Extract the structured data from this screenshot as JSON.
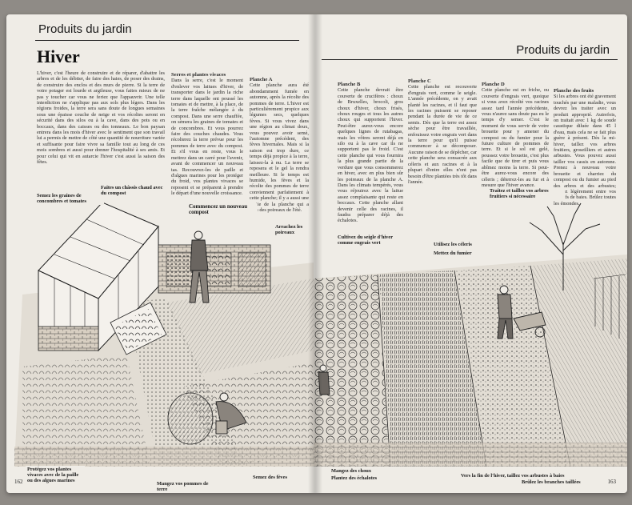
{
  "left": {
    "running_head": "Produits du jardin",
    "title": "Hiver",
    "intro": "L'hiver, c'est l'heure de construire et de réparer, d'abattre les arbres et de les débiter, de faire des haies, de poser des drains, de construire des enclos et des murs de pierre. Si la terre de votre potager est lourde et argileuse, vous faites mieux de ne pas y toucher car vous ne feriez que l'appauvrir. Une telle interdiction ne s'applique pas aux sols plus légers. Dans les régions froides, la terre sera sans doute de longues semaines sous une épaisse couche de neige et vos récoltes seront en sécurité dans des silos ou à la cave, dans des pots ou en boccaux, dans des caisses ou des tonneaux. Le bon paysan entrera dans les mois d'hiver avec le sentiment que son travail lui a permis de mettre de côté une quantité de nourriture variée et suffisante pour faire vivre sa famille tout au long de ces mois sombres et aussi pour donner l'hospitalité à ses amis. Et pour celui qui vit en autarcie l'hiver c'est aussi la saison des fêtes.",
    "col2_head": "Serres et plantes vivaces",
    "col2": "Dans la serre, c'est le moment d'enlever vos laitues d'hiver, de transporter dans le jardin la riche terre dans laquelle ont poussé les tomates et de mettre, à la place, de la terre fraîche mélangée à du compost. Dans une serre chauffée, on sèmera les graines de tomates et de concombres. Et vous pourrez faire des couches chaudes. Vous récolterez la terre prévue pour les pommes de terre avec du compost. Et s'il vous en reste, vous le mettrez dans un carré pour l'avenir, avant de commencer un nouveau tas. Recouvrez-les de paille et d'algues marines pour les protéger du froid, vos plantes vivaces se reposent et se préparent à prendre le départ d'une nouvelle croissance.",
    "col3_head": "Planche A",
    "col3": "Cette planche aura été abondamment fumée en automne, après la récolte des pommes de terre. L'hiver est particulièrement propice aux légumes secs, quelques fèves. Si vous vivez dans une région au climat doux, vous pouvez avoir semé, l'automne précédent, des fèves hivernales. Mais si la saison est trop dure, ce temps déjà propice à la terre, laissez-la à nu. La terre se reposera et le gel la rendra meilleure. Si le temps est humide, les fèves et la récolte des pommes de terre conviennent parfaitement à cette planche; il y a aussi une partie de la planche qui a reçu des poireaux de l'été.",
    "labels": {
      "semez": "Semez les graines de concombres et tomates",
      "chassis": "Faites un châssis chaud avec du compost",
      "compost": "Commencez un nouveau compost",
      "poireaux": "Arrachez les poireaux",
      "protegez": "Protégez vos plantes vivaces avec de la paille ou des algues marines",
      "manger_pdt": "Mangez vos pommes de terre",
      "feves": "Semez des fèves"
    },
    "page_number": "162"
  },
  "right": {
    "running_head": "Produits du jardin",
    "colB_head": "Planche B",
    "colB": "Cette planche devrait être couverte de crucifères : choux de Bruxelles, brocoli, gros choux d'hiver, choux frisés, choux rouges et tous les autres choux qui supportent l'hiver. Peut-être aurez-vous encore quelques lignes de rutabagas, mais les vôtres seront déjà en silo ou à la cave car ils ne supportent pas le froid. C'est cette planche qui vous fournira la plus grande partie de la verdure que vous consommerez en hiver, avec en plus bien sûr les poireaux de la planche A. Dans les climats tempérés, vous vous réjouirez avec la laitue assez complaisante qui reste en boccaux. Cette planche allant devenir celle des racines, il faudra préparer déjà des échalotes.",
    "colC_head": "Planche C",
    "colC": "Cette planche est recouverte d'engrais vert, comme le seigle. L'année précédente, on y avait planté les racines, et il faut que les racines puissent se reposer pendant la durée de vie de ce semis. Dès que la terre est assez sèche pour être travaillée, enfouissez votre engrais vert dans la terre pour qu'il puisse commencer à se décomposer. Aucune raison de se dépêcher, car cette planche sera consacrée aux céleris et aux racines et à la plupart d'entre elles n'ont pas besoin d'être plantées très tôt dans l'année.",
    "colD_head": "Planche D",
    "colD": "Cette planche est en friche, ou couverte d'engrais vert, quoique si vous avez récolté vos racines assez tard l'année précédente, vous n'aurez sans doute pas eu le temps d'y semer. C'est le moment de vous servir de votre brouette pour y amener du compost ou du fumier pour la future culture de pommes de terre. Et si le sol est gelé, poussez votre brouette, c'est plus facile que de tirer et puis vous abîmez moins la terre. Si peut-être aurez-vous encore des céleris ; déterrez-les au fur et à mesure que l'hiver avance.",
    "colE_head": "Planche des fruits",
    "colE": "Si les arbres ont été gravement touchés par une maladie, vous devrez les traiter avec un produit approprié. Autrefois, on traitait avec 1 kg de soude caustique diluée dans 45 l d'eau, mais cela ne se fait plus guère à présent. Dès la mi-hiver, taillez vos arbres fruitiers, groseilliers et autres arbustes. Vous pouvez aussi tailler vos cassis en automne. Prenez à nouveau votre brouette et charriez du compost ou du fumier au pied des arbres et des arbustes; bêchez légèrement entre vos massifs de baies. Brûlez toutes les émondes.",
    "labels": {
      "seigle": "Cultivez du seigle d'hiver comme engrais vert",
      "celeris": "Utilisez les céleris",
      "fumier": "Mettez du fumier",
      "tailler": "Traitez et taillez vos arbres fruitiers si nécessaire",
      "choux": "Mangez des choux",
      "echalotes": "Plantez des échalotes",
      "fin_hiver": "Vers la fin de l'hiver, taillez vos arbustes à baies",
      "bruler": "Brûlez les branches taillées"
    },
    "page_number": "163"
  },
  "colors": {
    "paper": "#efece6",
    "ink": "#1a1a1a",
    "background": "#8f8b86"
  }
}
